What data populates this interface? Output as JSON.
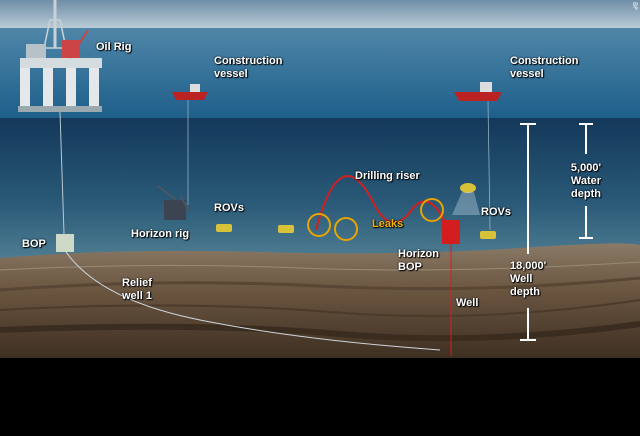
{
  "labels": {
    "oil_rig": "Oil Rig",
    "construction_vessel_left_1": "Construction",
    "construction_vessel_left_2": "vessel",
    "construction_vessel_right_1": "Construction",
    "construction_vessel_right_2": "vessel",
    "drilling_riser": "Drilling riser",
    "rovs_left": "ROVs",
    "rovs_right": "ROVs",
    "horizon_rig": "Horizon rig",
    "leaks": "Leaks",
    "bop": "BOP",
    "horizon_bop_1": "Horizon",
    "horizon_bop_2": "BOP",
    "relief_well_1": "Relief",
    "relief_well_2": "well 1",
    "well": "Well",
    "water_depth_1": "5,000'",
    "water_depth_2": "Water",
    "water_depth_3": "depth",
    "well_depth_1": "18,000'",
    "well_depth_2": "Well",
    "well_depth_3": "depth"
  },
  "credit": "BP",
  "colors": {
    "sky": "#9ab4c6",
    "sea_surface": "#2f6f95",
    "deep_water": "#163a5c",
    "seabed": "#6e5a45",
    "leak_circle": "#e8a400",
    "riser": "#d02020",
    "depth_marker": "#ffffff"
  }
}
